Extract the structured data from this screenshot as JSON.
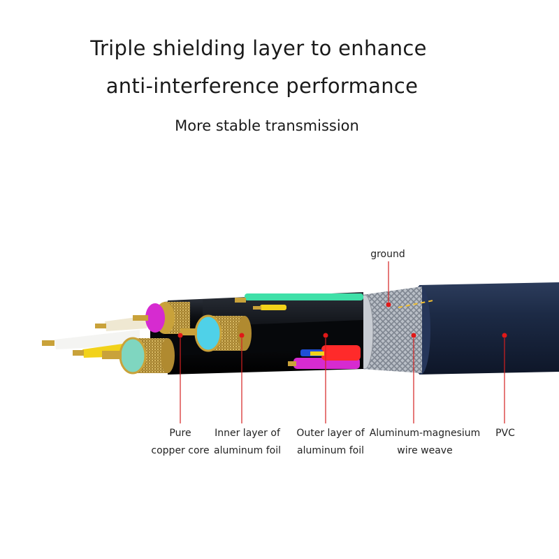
{
  "headline": {
    "line1": "Triple shielding layer to enhance",
    "line2": "anti-interference performance",
    "subline": "More stable transmission"
  },
  "labels": {
    "ground": "ground",
    "copper_1": "Pure",
    "copper_2": "copper core",
    "inner_1": "Inner layer of",
    "inner_2": "aluminum foil",
    "outer_1": "Outer layer of",
    "outer_2": "aluminum foil",
    "weave_1": "Aluminum-magnesium",
    "weave_2": "wire weave",
    "pvc": "PVC"
  },
  "colors": {
    "jacket": "#1b2a45",
    "leader_line": "#d42020",
    "marker": "#e01818",
    "copper": "#c9a23a",
    "teal": "#7fd6c0",
    "magenta": "#d62bd0",
    "cyan": "#4fd1e8",
    "green_core": "#3fe0a8",
    "red_core": "#ff2a2a",
    "yellow_core": "#f2d21a"
  }
}
